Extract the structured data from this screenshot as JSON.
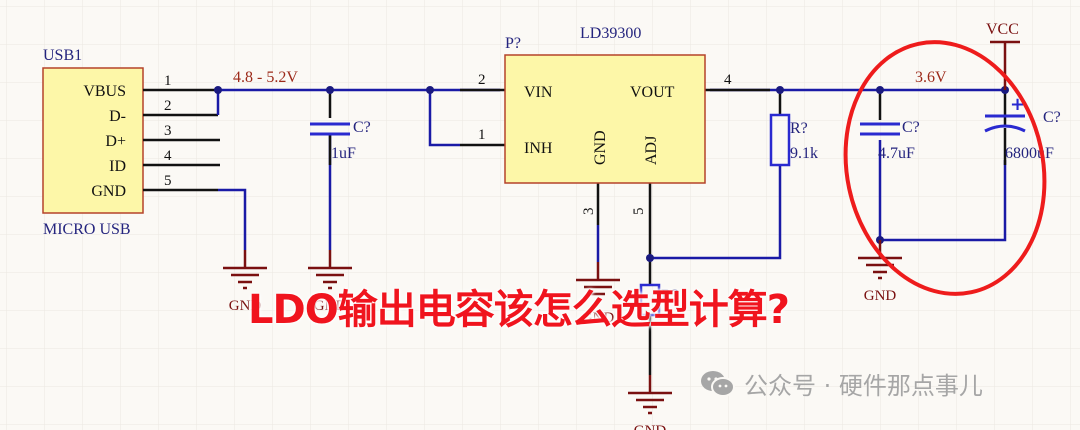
{
  "colors": {
    "wire": "#1a1aa6",
    "pin": "#111111",
    "component_fill": "#fdf7a8",
    "component_border": "#b5432a",
    "net_label": "#9c2a1a",
    "designator": "#24247e",
    "ground": "#7a1010",
    "highlight": "#ee1c1c",
    "title": "#f0141e",
    "watermark": "#a6a6a6",
    "grid": "#e9e6df"
  },
  "usb": {
    "designator": "USB1",
    "comment": "MICRO USB",
    "pins": [
      {
        "name": "VBUS",
        "number": "1"
      },
      {
        "name": "D-",
        "number": "2"
      },
      {
        "name": "D+",
        "number": "3"
      },
      {
        "name": "ID",
        "number": "4"
      },
      {
        "name": "GND",
        "number": "5"
      }
    ]
  },
  "input_net_label": "4.8 - 5.2V",
  "input_cap": {
    "designator": "C?",
    "value": "1uF"
  },
  "ldo": {
    "designator": "P?",
    "part": "LD39300",
    "pins": [
      {
        "name": "VIN",
        "number": "2"
      },
      {
        "name": "INH",
        "number": "1"
      },
      {
        "name": "GND",
        "number": "3"
      },
      {
        "name": "ADJ",
        "number": "5"
      },
      {
        "name": "VOUT",
        "number": "4"
      }
    ]
  },
  "feedback_resistor_top": {
    "designator": "R?",
    "value": "9.1k"
  },
  "feedback_resistor_bottom": {
    "designator": "R?"
  },
  "output_net_label": "3.6V",
  "output_cap_ceramic": {
    "designator": "C?",
    "value": "4.7uF"
  },
  "output_cap_electrolytic": {
    "designator": "C?",
    "value": "6800uF",
    "polarity": "+"
  },
  "power_port": "VCC",
  "ground_label": "GND",
  "title": "LDO输出电容该怎么选型计算?",
  "watermark": {
    "icon": "wechat-icon",
    "text": "公众号 · 硬件那点事儿"
  }
}
